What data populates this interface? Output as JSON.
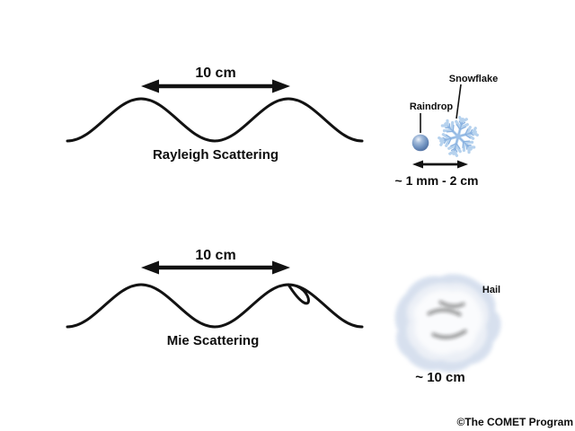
{
  "figure": {
    "rayleigh": {
      "wavelength": "10 cm",
      "caption": "Rayleigh Scattering"
    },
    "mie": {
      "wavelength": "10 cm",
      "caption": "Mie Scattering"
    },
    "particles": {
      "raindrop_label": "Raindrop",
      "snowflake_label": "Snowflake",
      "size_range": "~ 1 mm - 2 cm"
    },
    "hail": {
      "label": "Hail",
      "size": "~ 10 cm"
    },
    "credit": "©The COMET Program",
    "icons": {
      "raindrop": "raindrop-icon",
      "snowflake": "snowflake-icon",
      "hail": "hailstone-icon"
    },
    "colors": {
      "background": "#ffffff",
      "line_art": "#121212",
      "text": "#0d0d0d",
      "raindrop_body": "#7193c0",
      "raindrop_dark": "#49689a",
      "snowflake_light": "#b6d2ee",
      "snowflake_mid": "#8ab2e0",
      "hail_rim": "#d5dfee",
      "hail_core": "#fafbfd"
    }
  }
}
